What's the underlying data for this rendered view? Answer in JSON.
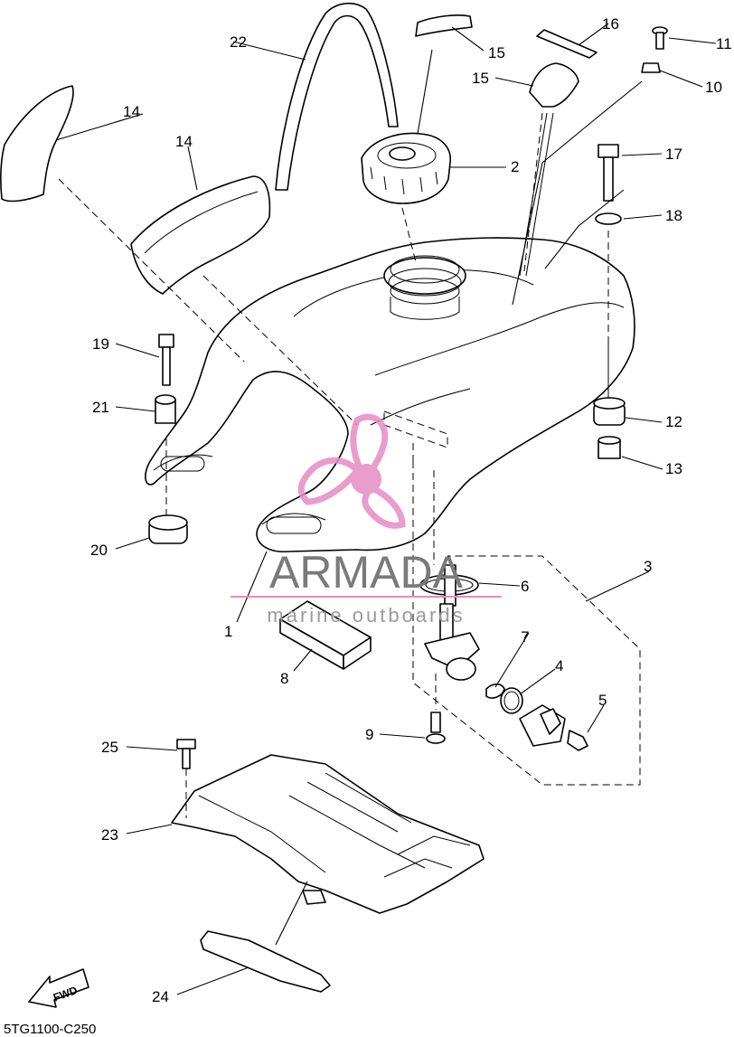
{
  "diagram": {
    "callouts": [
      {
        "id": "c1",
        "label": "1"
      },
      {
        "id": "c2",
        "label": "2"
      },
      {
        "id": "c3",
        "label": "3"
      },
      {
        "id": "c4",
        "label": "4"
      },
      {
        "id": "c5",
        "label": "5"
      },
      {
        "id": "c6",
        "label": "6"
      },
      {
        "id": "c7",
        "label": "7"
      },
      {
        "id": "c8",
        "label": "8"
      },
      {
        "id": "c9",
        "label": "9"
      },
      {
        "id": "c10",
        "label": "10"
      },
      {
        "id": "c11",
        "label": "11"
      },
      {
        "id": "c12",
        "label": "12"
      },
      {
        "id": "c13",
        "label": "13"
      },
      {
        "id": "c14a",
        "label": "14"
      },
      {
        "id": "c14b",
        "label": "14"
      },
      {
        "id": "c15a",
        "label": "15"
      },
      {
        "id": "c15b",
        "label": "15"
      },
      {
        "id": "c16",
        "label": "16"
      },
      {
        "id": "c17",
        "label": "17"
      },
      {
        "id": "c18",
        "label": "18"
      },
      {
        "id": "c19",
        "label": "19"
      },
      {
        "id": "c20",
        "label": "20"
      },
      {
        "id": "c21",
        "label": "21"
      },
      {
        "id": "c22",
        "label": "22"
      },
      {
        "id": "c23",
        "label": "23"
      },
      {
        "id": "c24",
        "label": "24"
      },
      {
        "id": "c25",
        "label": "25"
      }
    ],
    "direction_label": "FWD",
    "diagram_code": "5TG1100-C250"
  },
  "watermark": {
    "brand": "ARMADA",
    "tagline": "marine outboards",
    "logo_color": "#e48cc4",
    "text_color": "#7a7a7a"
  }
}
